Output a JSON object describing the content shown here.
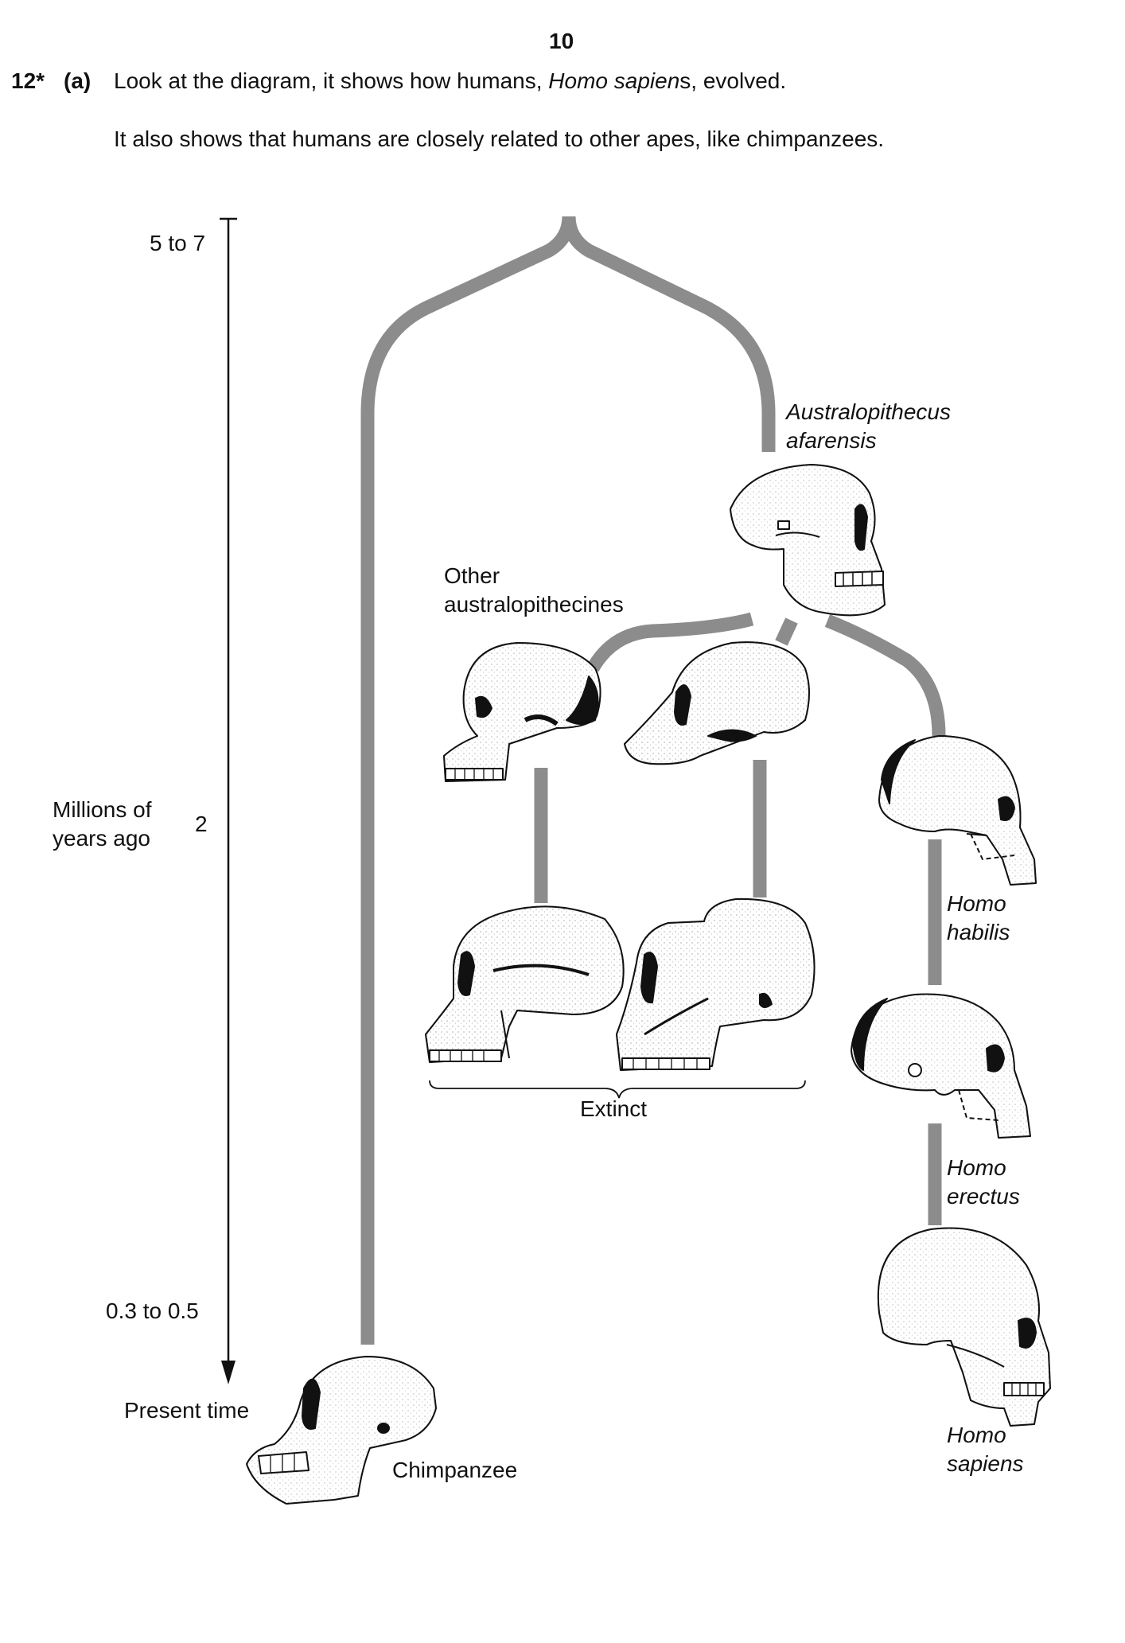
{
  "page": {
    "number": "10"
  },
  "question": {
    "number": "12*",
    "part": "(a)",
    "line1_before": "Look at the diagram, it shows how humans, ",
    "line1_italic": "Homo sapien",
    "line1_after": "s, evolved.",
    "line2": "It also shows that humans are closely related to other apes, like chimpanzees."
  },
  "timeline": {
    "top_label": "5 to 7",
    "axis_label_1": "Millions of",
    "axis_label_2": "years ago",
    "mid_label": "2",
    "bottom_label": "0.3 to 0.5",
    "end_label": "Present time"
  },
  "labels": {
    "australopithecus_1": "Australopithecus",
    "australopithecus_2": "afarensis",
    "other_1": "Other",
    "other_2": "australopithecines",
    "extinct": "Extinct",
    "habilis_1": "Homo",
    "habilis_2": "habilis",
    "erectus_1": "Homo",
    "erectus_2": "erectus",
    "sapiens_1": "Homo",
    "sapiens_2": "sapiens",
    "chimpanzee": "Chimpanzee"
  },
  "colors": {
    "branch": "#8c8c8c",
    "ink": "#111111"
  },
  "icons": [
    "ape-skull-icon",
    "australopithecine-skull-icon",
    "homo-skull-icon",
    "chimpanzee-skull-icon"
  ]
}
